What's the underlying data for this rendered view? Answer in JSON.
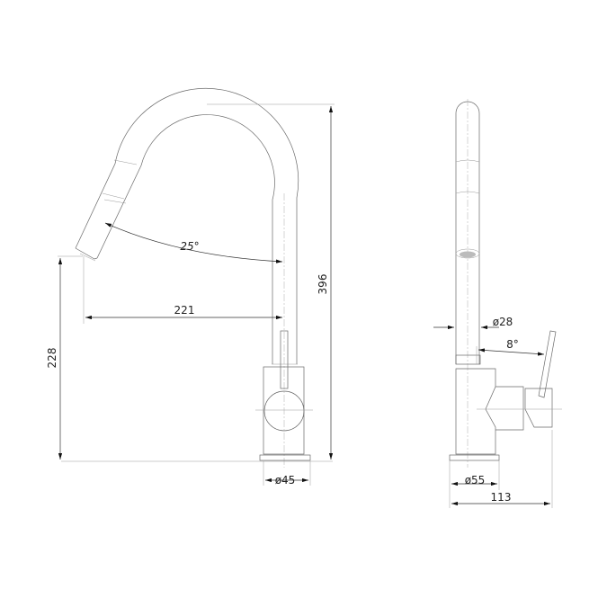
{
  "front_view": {
    "dimensions": {
      "total_height": "396",
      "spout_height": "228",
      "reach": "221",
      "spout_angle": "25°",
      "base_diameter": "ø45"
    }
  },
  "side_view": {
    "dimensions": {
      "spout_diameter": "ø28",
      "lever_angle": "8°",
      "base_diameter": "ø55",
      "total_depth": "113"
    }
  }
}
